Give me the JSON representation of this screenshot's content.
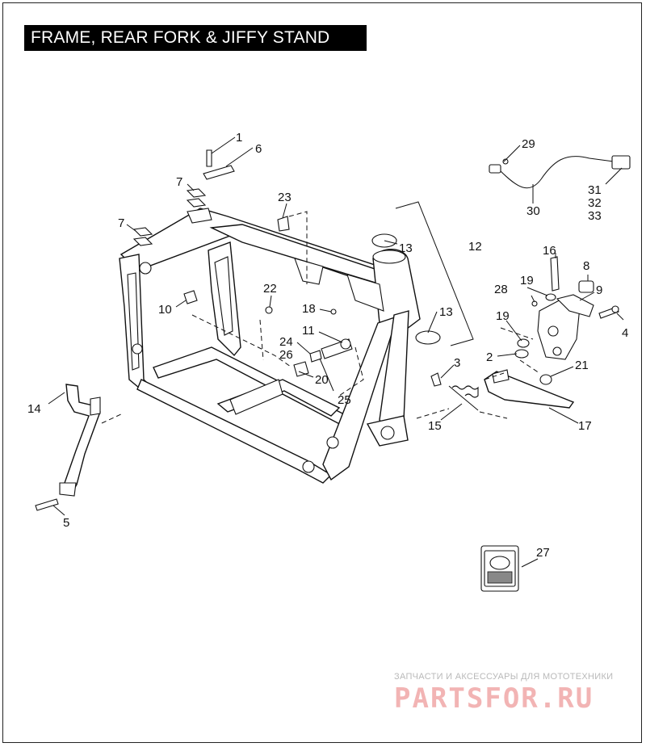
{
  "title": "FRAME, REAR FORK & JIFFY STAND",
  "callouts": {
    "c1": "1",
    "c2": "2",
    "c3": "3",
    "c4": "4",
    "c5": "5",
    "c6": "6",
    "c7a": "7",
    "c7b": "7",
    "c8": "8",
    "c9": "9",
    "c10": "10",
    "c11": "11",
    "c12": "12",
    "c13a": "13",
    "c13b": "13",
    "c14": "14",
    "c15": "15",
    "c16": "16",
    "c17": "17",
    "c18": "18",
    "c19a": "19",
    "c19b": "19",
    "c20": "20",
    "c21": "21",
    "c22": "22",
    "c23": "23",
    "c24": "24",
    "c25": "25",
    "c26": "26",
    "c27": "27",
    "c28": "28",
    "c29": "29",
    "c30": "30",
    "c31": "31",
    "c32": "32",
    "c33": "33"
  },
  "watermark": {
    "top": "ЗАПЧАСТИ И АКСЕССУАРЫ ДЛЯ МОТОТЕХНИКИ",
    "logo": "PARTSFOR.RU"
  },
  "colors": {
    "line": "#111111",
    "title_bg": "#000000",
    "title_fg": "#ffffff",
    "watermark": "#f2b4b4"
  }
}
